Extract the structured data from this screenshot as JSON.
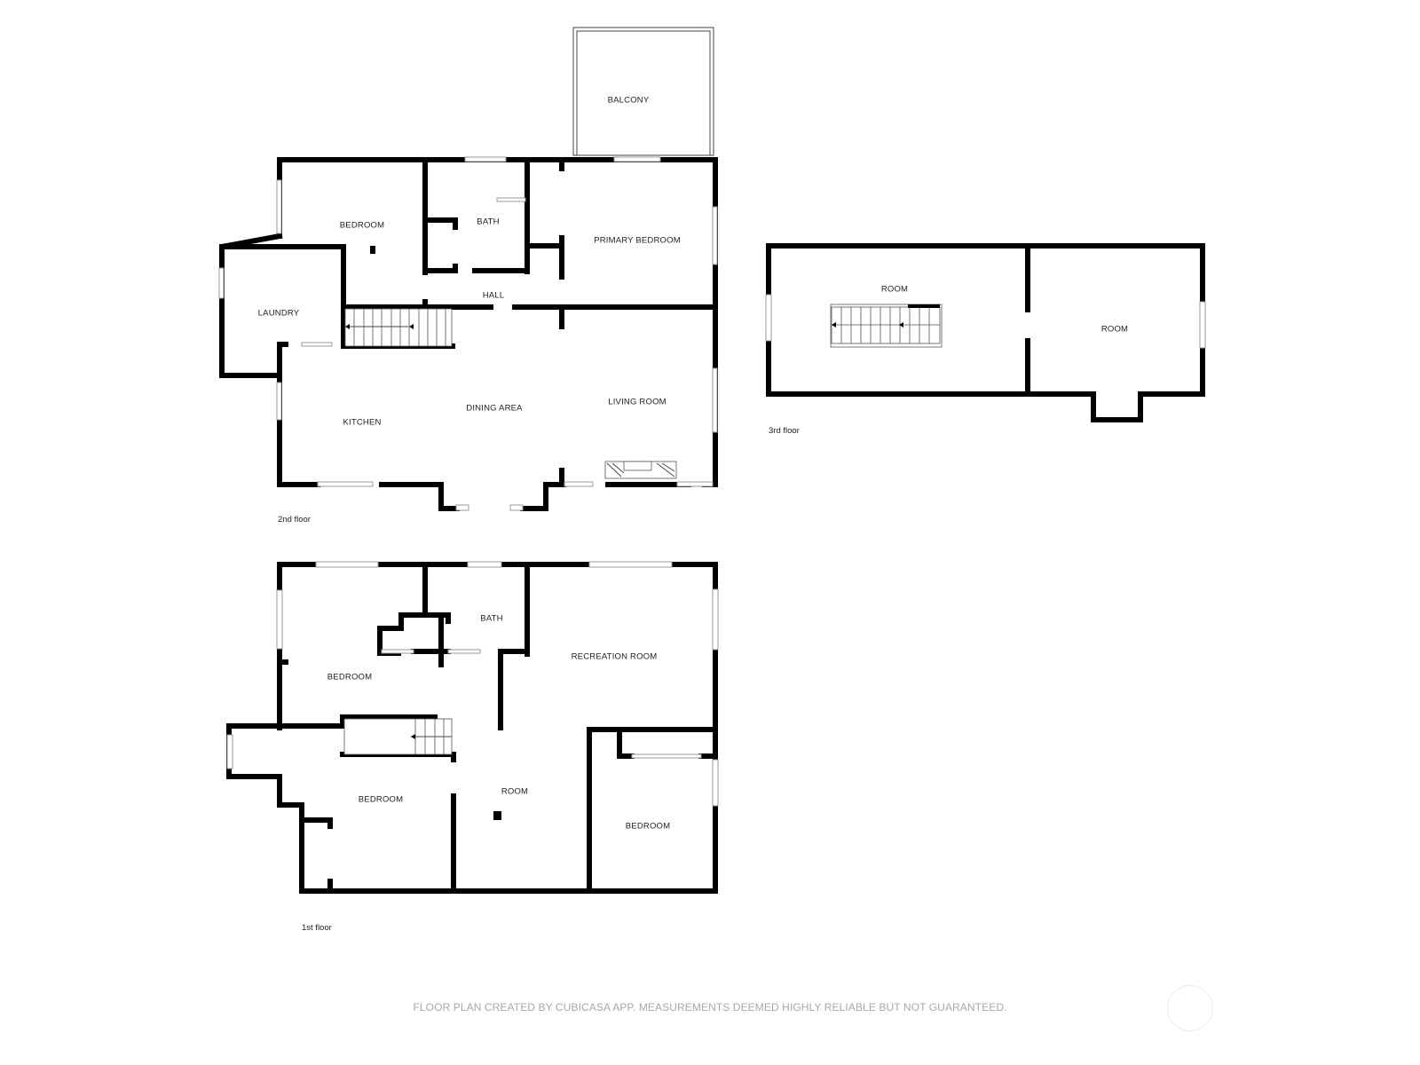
{
  "floors": {
    "second": {
      "label": "2nd floor",
      "rooms": {
        "balcony": "BALCONY",
        "bedroom": "BEDROOM",
        "bath": "BATH",
        "primary_bedroom": "PRIMARY BEDROOM",
        "laundry": "LAUNDRY",
        "hall": "HALL",
        "kitchen": "KITCHEN",
        "dining_area": "DINING AREA",
        "living_room": "LIVING ROOM"
      }
    },
    "third": {
      "label": "3rd floor",
      "rooms": {
        "room_left": "ROOM",
        "room_right": "ROOM"
      }
    },
    "first": {
      "label": "1st floor",
      "rooms": {
        "bedroom_top": "BEDROOM",
        "bath": "BATH",
        "recreation_room": "RECREATION ROOM",
        "bedroom_left": "BEDROOM",
        "room": "ROOM",
        "bedroom_right": "BEDROOM"
      }
    }
  },
  "footer": {
    "disclaimer": "FLOOR PLAN CREATED BY CUBICASA APP. MEASUREMENTS DEEMED HIGHLY RELIABLE BUT NOT GUARANTEED.",
    "logo_icon": "cubicasa-logo-circle"
  },
  "colors": {
    "wall": "#000000",
    "background": "#ffffff",
    "disclaimer_text": "#a8a8a8"
  }
}
